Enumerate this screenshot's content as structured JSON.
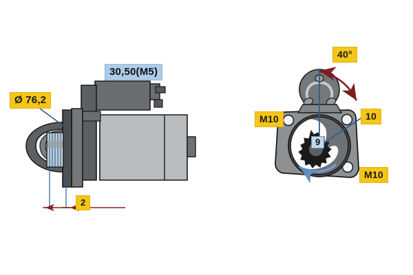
{
  "figure": {
    "type": "technical-drawing",
    "subject": "starter-motor",
    "background_color": "#ffffff",
    "views": [
      {
        "name": "side-view",
        "position": "left"
      },
      {
        "name": "end-flange-view",
        "position": "right"
      }
    ]
  },
  "colors": {
    "callout_yellow": "#f5c518",
    "callout_blue": "#aecbe8",
    "dimension_red": "#8b2020",
    "leader_blue": "#2c5f8f",
    "body_gray_light": "#b9bcbe",
    "body_gray_mid": "#8e9194",
    "body_gray_dark": "#5d6063",
    "outline": "#1a1a1a"
  },
  "labels": {
    "diameter": {
      "text": "Ø 76,2",
      "style": "yellow",
      "meaning": "pilot-flange-diameter-mm"
    },
    "terminal": {
      "text": "30,50(M5)",
      "style": "blue",
      "meaning": "solenoid-terminal-designation"
    },
    "dimension_2": {
      "text": "2",
      "style": "yellow",
      "meaning": "offset-dimension-mm"
    },
    "angle": {
      "text": "40°",
      "style": "yellow",
      "meaning": "solenoid-mounting-angle"
    },
    "bolt_left": {
      "text": "M10",
      "style": "yellow",
      "meaning": "mounting-bolt-thread"
    },
    "bolt_right": {
      "text": "M10",
      "style": "yellow",
      "meaning": "mounting-bolt-thread"
    },
    "hole_size": {
      "text": "10",
      "style": "yellow",
      "meaning": "mounting-hole-diameter-mm"
    },
    "teeth": {
      "text": "9",
      "style": "blue-small",
      "meaning": "pinion-tooth-count"
    }
  }
}
